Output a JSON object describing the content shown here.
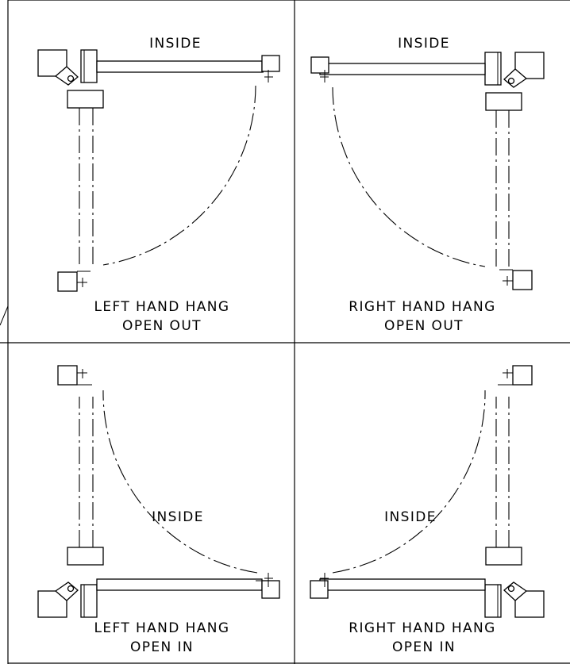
{
  "panels": [
    {
      "inside": "INSIDE",
      "line1": "LEFT  HAND  HANG",
      "line2": "OPEN  OUT"
    },
    {
      "inside": "INSIDE",
      "line1": "RIGHT  HAND  HANG",
      "line2": "OPEN  OUT"
    },
    {
      "inside": "INSIDE",
      "line1": "LEFT  HAND  HANG",
      "line2": "OPEN  IN"
    },
    {
      "inside": "INSIDE",
      "line1": "RIGHT  HAND  HANG",
      "line2": "OPEN  IN"
    }
  ]
}
